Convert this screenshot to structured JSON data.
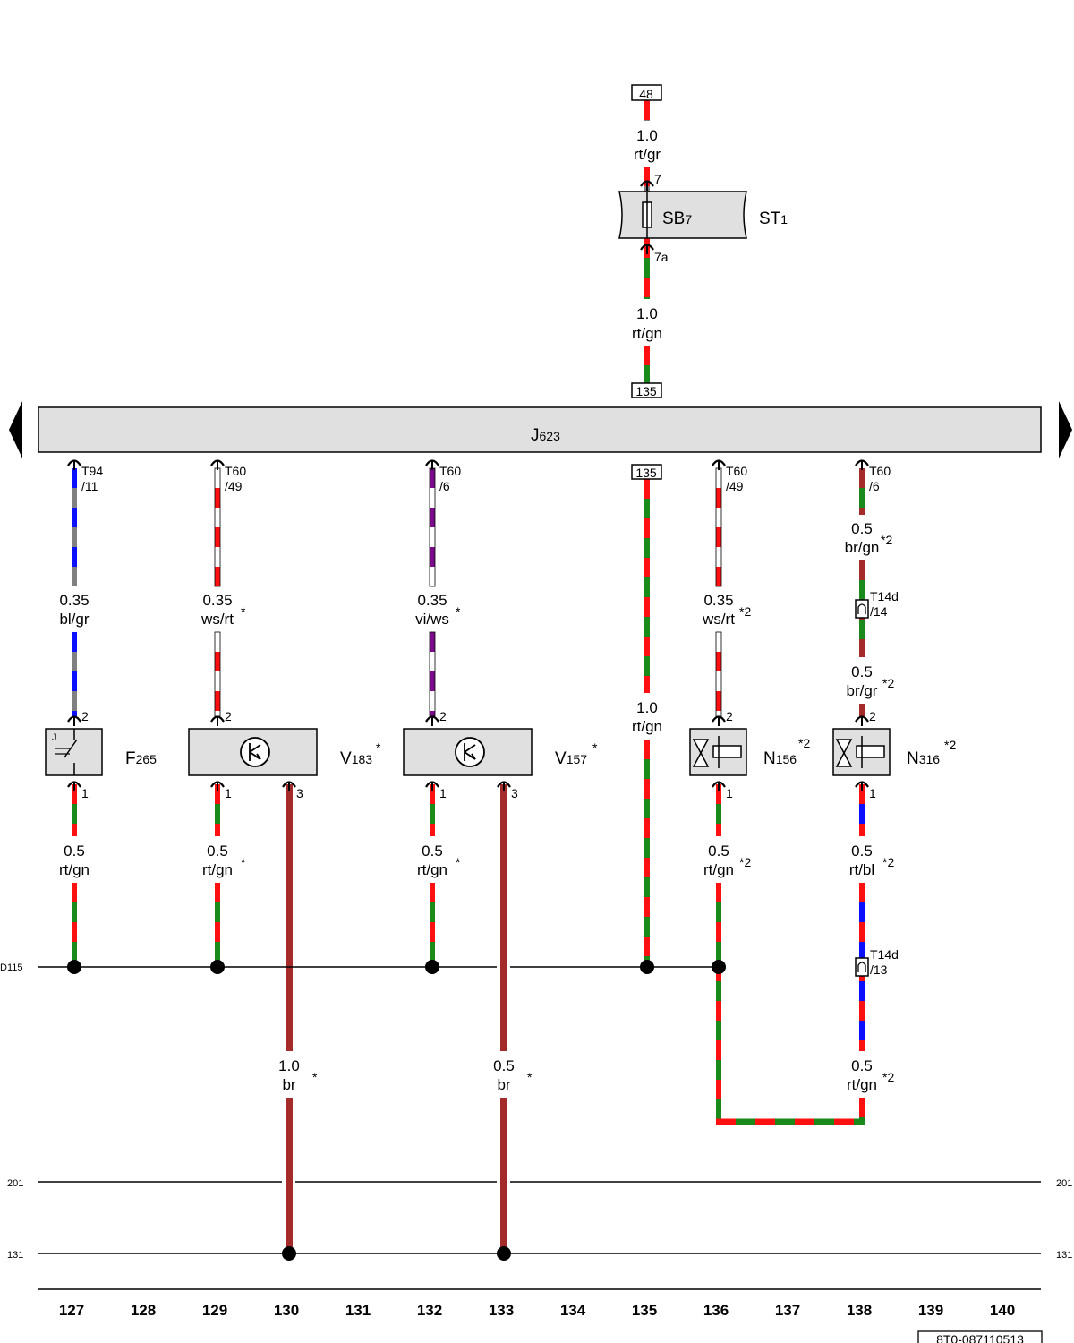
{
  "top_terminal": "48",
  "top_wire": {
    "size": "1.0",
    "color": "rt/gr"
  },
  "fuse_pin_in": "7",
  "fuse_pin_out": "7a",
  "fuse": {
    "name": "SB",
    "sub": "7"
  },
  "fuse_carrier": {
    "name": "ST",
    "sub": "1"
  },
  "fuse_wire": {
    "size": "1.0",
    "color": "rt/gn"
  },
  "junction_tag": "135",
  "ecu": {
    "name": "J",
    "sub": "623"
  },
  "connectors": [
    {
      "code": "T94",
      "pin": "/11"
    },
    {
      "code": "T60",
      "pin": "/49"
    },
    {
      "code": "T60",
      "pin": "/6"
    },
    {
      "code": "135",
      "pin": ""
    },
    {
      "code": "T60",
      "pin": "/49"
    },
    {
      "code": "T60",
      "pin": "/6"
    }
  ],
  "upper_wires": [
    {
      "size": "0.35",
      "color": "bl/gr",
      "note": ""
    },
    {
      "size": "0.35",
      "color": "ws/rt",
      "note": "*"
    },
    {
      "size": "0.35",
      "color": "vi/ws",
      "note": "*"
    },
    {
      "size": "1.0",
      "color": "rt/gn",
      "note": ""
    },
    {
      "size": "0.35",
      "color": "ws/rt",
      "note": "*2"
    },
    {
      "size": "0.5",
      "color": "br/gn",
      "note": "*2"
    }
  ],
  "n316_mid_wire": {
    "size": "0.5",
    "color": "br/gr",
    "note": "*2"
  },
  "t14d_upper": {
    "code": "T14d",
    "pin": "/14"
  },
  "t14d_lower": {
    "code": "T14d",
    "pin": "/13"
  },
  "components": [
    {
      "name": "F",
      "sub": "265",
      "note": "",
      "pin_top": "2",
      "pin_bottom": "1",
      "pin_extra": ""
    },
    {
      "name": "V",
      "sub": "183",
      "note": "*",
      "pin_top": "2",
      "pin_bottom": "1",
      "pin_extra": "3"
    },
    {
      "name": "V",
      "sub": "157",
      "note": "*",
      "pin_top": "2",
      "pin_bottom": "1",
      "pin_extra": "3"
    },
    {
      "name": "N",
      "sub": "156",
      "note": "*2",
      "pin_top": "2",
      "pin_bottom": "1",
      "pin_extra": ""
    },
    {
      "name": "N",
      "sub": "316",
      "note": "*2",
      "pin_top": "2",
      "pin_bottom": "1",
      "pin_extra": ""
    }
  ],
  "switch_mark": "J",
  "lower_wires": [
    {
      "size": "0.5",
      "color": "rt/gn",
      "note": ""
    },
    {
      "size": "0.5",
      "color": "rt/gn",
      "note": "*"
    },
    {
      "size": "0.5",
      "color": "rt/gn",
      "note": "*"
    },
    {
      "size": "0.5",
      "color": "rt/gn",
      "note": "*2"
    },
    {
      "size": "0.5",
      "color": "rt/bl",
      "note": "*2"
    }
  ],
  "ground_wires": [
    {
      "size": "1.0",
      "color": "br",
      "note": "*"
    },
    {
      "size": "0.5",
      "color": "br",
      "note": "*"
    }
  ],
  "n316_bottom_wire": {
    "size": "0.5",
    "color": "rt/gn",
    "note": "*2"
  },
  "buses": [
    {
      "left": "D115",
      "right": ""
    },
    {
      "left": "201",
      "right": "201"
    },
    {
      "left": "131",
      "right": "131"
    }
  ],
  "columns": [
    "127",
    "128",
    "129",
    "130",
    "131",
    "132",
    "133",
    "134",
    "135",
    "136",
    "137",
    "138",
    "139",
    "140"
  ],
  "doc_number": "8T0-087110513",
  "wire_colors": {
    "rt": "#ff1010",
    "gn": "#1a8a1a",
    "gr": "#808080",
    "bl": "#0a10ff",
    "ws": "#ffffff",
    "vi": "#7a0a8a",
    "br": "#a52a2a"
  }
}
